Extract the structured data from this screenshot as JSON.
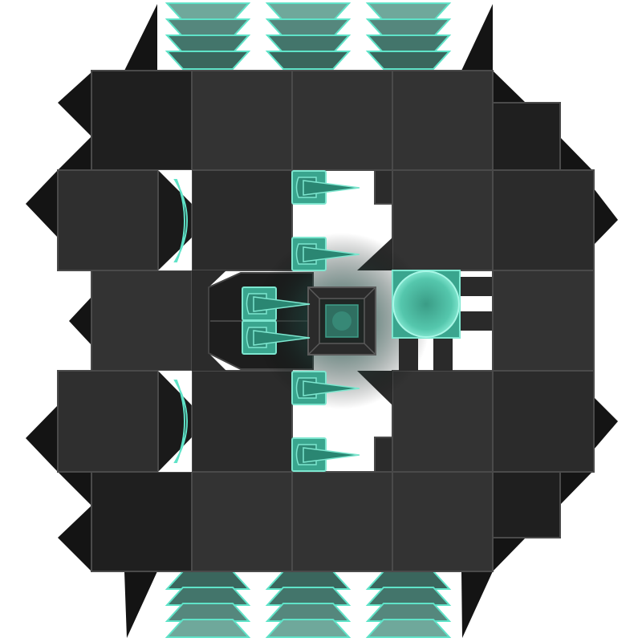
{
  "scene": {
    "kind": "top-down ship / fortress blueprint",
    "palette": {
      "background": "#ffffff",
      "hull_dark": "#1f1f1f",
      "hull_mid": "#2b2b2b",
      "hull_light": "#363636",
      "hull_edge": "#4a4a4a",
      "spike": "#141414",
      "accent_fill": "#3aa58e",
      "accent_light": "#7de6cf",
      "accent_stroke": "#5fe3c8",
      "core_glow": "#1c5a4e"
    }
  },
  "components": {
    "thruster_stacks": [
      {
        "id": "top-left",
        "side": "top"
      },
      {
        "id": "top-center",
        "side": "top"
      },
      {
        "id": "top-right",
        "side": "top"
      },
      {
        "id": "bottom-left",
        "side": "bottom"
      },
      {
        "id": "bottom-center",
        "side": "bottom"
      },
      {
        "id": "bottom-right",
        "side": "bottom"
      }
    ],
    "turrets": [
      {
        "id": "upper-a",
        "icon": "spike-turret-icon"
      },
      {
        "id": "upper-b",
        "icon": "spike-turret-icon"
      },
      {
        "id": "core-left-a",
        "icon": "spike-turret-icon"
      },
      {
        "id": "core-left-b",
        "icon": "spike-turret-icon"
      },
      {
        "id": "lower-a",
        "icon": "spike-turret-icon"
      },
      {
        "id": "lower-b",
        "icon": "spike-turret-icon"
      }
    ],
    "shields": [
      {
        "id": "left-upper",
        "icon": "crescent-shield-icon"
      },
      {
        "id": "left-lower",
        "icon": "crescent-shield-icon"
      }
    ],
    "core": {
      "icon": "reactor-core-icon"
    },
    "orb": {
      "icon": "energy-orb-icon"
    }
  }
}
